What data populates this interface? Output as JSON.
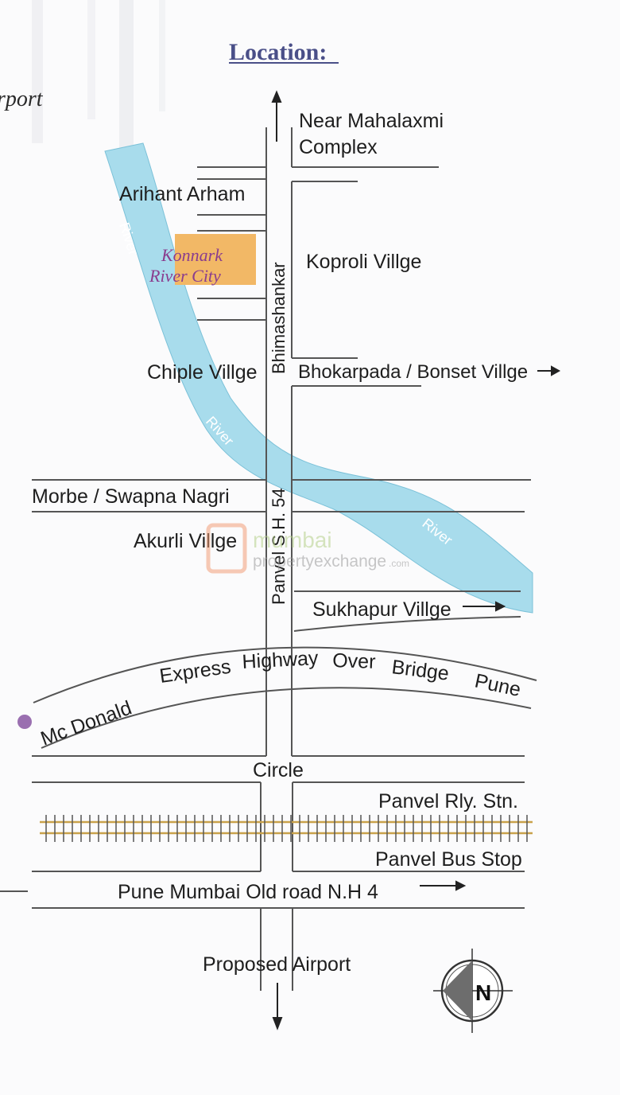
{
  "map": {
    "title": "Location:",
    "partial_heading": "rport",
    "roads": {
      "main_vertical": "Bhimashankar",
      "main_vertical_2": "Panvel S.H. 54",
      "express_highway": [
        "Express",
        "Highway",
        "Over",
        "Bridge",
        "Pune"
      ],
      "mc_donald": "Mc Donald",
      "old_road": "Pune Mumbai Old road N.H 4"
    },
    "places": {
      "mahalaxmi_1": "Near Mahalaxmi",
      "mahalaxmi_2": "Complex",
      "arihant": "Arihant Arham",
      "koproli": "Koproli Villge",
      "chiple": "Chiple Villge",
      "bhokarpada": "Bhokarpada / Bonset  Villge",
      "morbe": "Morbe / Swapna Nagri",
      "akurli": "Akurli Villge",
      "sukhapur": "Sukhapur Villge",
      "circle": "Circle",
      "rly_stn": "Panvel Rly. Stn.",
      "bus_stop": "Panvel Bus Stop",
      "airport": "Proposed Airport"
    },
    "river": {
      "label": "River"
    },
    "project": {
      "line1": "Konnark",
      "line2": "River City"
    },
    "watermark": {
      "line1": "mumbai",
      "line2": "propertyexchange",
      "suffix": ".com"
    },
    "compass": {
      "letter": "N"
    },
    "colors": {
      "river": "#a8dcec",
      "road": "#555555",
      "title": "#4a4f88",
      "project_fill": "#f2b866",
      "project_text": "#8a3d8e",
      "rail": "#c9a24a",
      "marker": "#9a6fb0"
    }
  }
}
